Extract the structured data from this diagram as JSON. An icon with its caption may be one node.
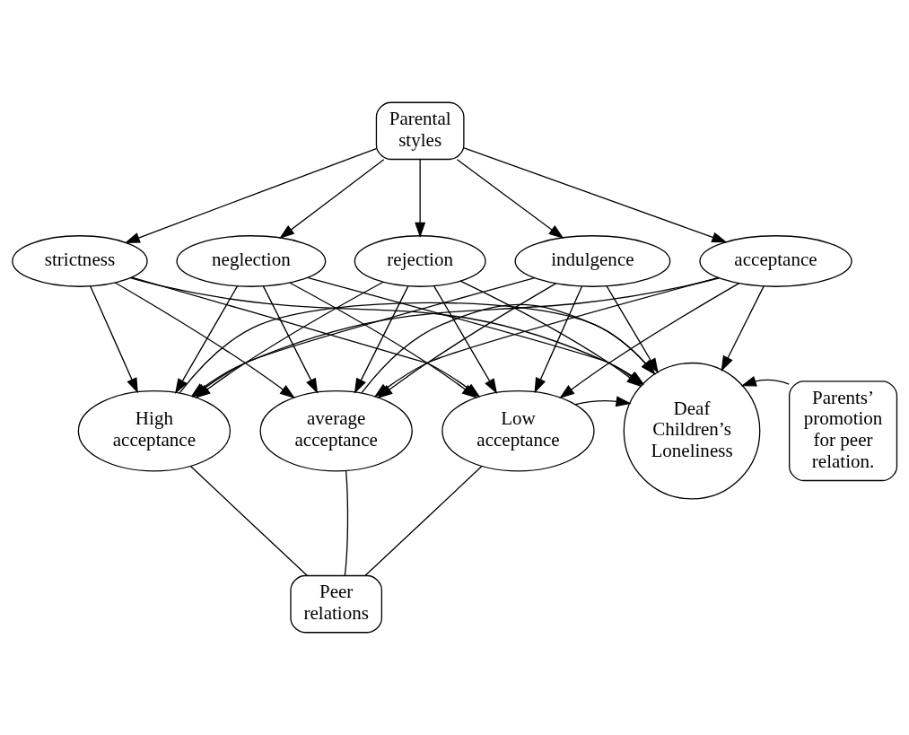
{
  "diagram": {
    "nodes": [
      {
        "text": [
          "Parental styles"
        ]
      },
      {
        "text": [
          "acceptance"
        ]
      },
      {
        "text": [
          "strictness"
        ]
      },
      {
        "text": [
          "neglection"
        ]
      },
      {
        "text": [
          "rejection"
        ]
      },
      {
        "text": [
          "indulgence"
        ]
      },
      {
        "text": [
          "Deaf Children’s Loneliness"
        ]
      },
      {
        "text": [
          "Parents’ promotion for peer relation."
        ]
      },
      {
        "text": [
          "High acceptance"
        ]
      },
      {
        "text": [
          "average acceptance"
        ]
      },
      {
        "text": [
          "Low acceptance"
        ]
      },
      {
        "text": [
          "Peer relations"
        ]
      }
    ],
    "edges": [
      {
        "from": 0,
        "to": 1,
        "arrow": "to"
      },
      {
        "from": 0,
        "to": 2,
        "arrow": "to"
      },
      {
        "from": 0,
        "to": 3,
        "arrow": "to"
      },
      {
        "from": 0,
        "to": 4,
        "arrow": "to"
      },
      {
        "from": 0,
        "to": 5,
        "arrow": "to"
      },
      {
        "from": 1,
        "to": 8,
        "arrow": "to"
      },
      {
        "from": 1,
        "to": 9,
        "arrow": "to"
      },
      {
        "from": 1,
        "to": 10,
        "arrow": "to"
      },
      {
        "from": 1,
        "to": 6,
        "arrow": "to"
      },
      {
        "from": 2,
        "to": 8,
        "arrow": "to"
      },
      {
        "from": 2,
        "to": 9,
        "arrow": "to"
      },
      {
        "from": 2,
        "to": 10,
        "arrow": "to"
      },
      {
        "from": 2,
        "to": 6,
        "arrow": "to"
      },
      {
        "from": 3,
        "to": 8,
        "arrow": "to"
      },
      {
        "from": 3,
        "to": 9,
        "arrow": "to"
      },
      {
        "from": 3,
        "to": 10,
        "arrow": "to"
      },
      {
        "from": 3,
        "to": 6,
        "arrow": "to"
      },
      {
        "from": 4,
        "to": 8,
        "arrow": "to"
      },
      {
        "from": 4,
        "to": 9,
        "arrow": "to"
      },
      {
        "from": 4,
        "to": 10,
        "arrow": "to"
      },
      {
        "from": 4,
        "to": 6,
        "arrow": "to"
      },
      {
        "from": 5,
        "to": 8,
        "arrow": "to"
      },
      {
        "from": 5,
        "to": 9,
        "arrow": "to"
      },
      {
        "from": 5,
        "to": 10,
        "arrow": "to"
      },
      {
        "from": 5,
        "to": 6,
        "arrow": "to"
      },
      {
        "from": 8,
        "to": 6,
        "arrow": "to"
      },
      {
        "from": 9,
        "to": 6,
        "arrow": "to"
      },
      {
        "from": 10,
        "to": 6,
        "arrow": "to"
      },
      {
        "from": 7,
        "to": 6,
        "arrow": "to"
      },
      {
        "from": 11,
        "to": 8,
        "arrow": "none"
      },
      {
        "from": 11,
        "to": 9,
        "arrow": "none"
      },
      {
        "from": 11,
        "to": 10,
        "arrow": "none"
      }
    ]
  }
}
